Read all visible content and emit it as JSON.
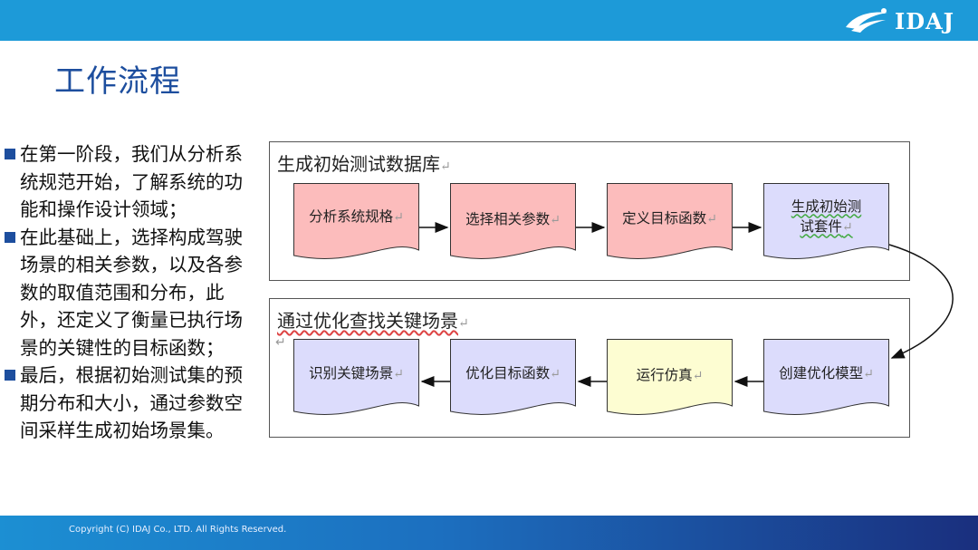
{
  "header": {
    "logo_text": "IDAJ"
  },
  "title": "工作流程",
  "bullets": [
    "在第一阶段，我们从分析系统规范开始，了解系统的功能和操作设计领域；",
    "在此基础上，选择构成驾驶场景的相关参数，以及各参数的取值范围和分布，此外，还定义了衡量已执行场景的关键性的目标函数；",
    "最后，根据初始测试集的预期分布和大小，通过参数空间采样生成初始场景集。"
  ],
  "panel1": {
    "title": "生成初始测试数据库",
    "steps": [
      "分析系统规格",
      "选择相关参数",
      "定义目标函数",
      "生成初始测试套件"
    ]
  },
  "panel2": {
    "title": "通过优化查找关键场景",
    "steps": [
      "识别关键场景",
      "优化目标函数",
      "运行仿真",
      "创建优化模型"
    ]
  },
  "colors": {
    "pink": "#fcbcbc",
    "lavender": "#dcdcfc",
    "yellow": "#fdfdd2",
    "accent": "#1d4e9e",
    "topbar": "#1d9ad8"
  },
  "footer": {
    "copyright": "Copyright (C)  IDAJ Co., LTD. All Rights Reserved."
  }
}
